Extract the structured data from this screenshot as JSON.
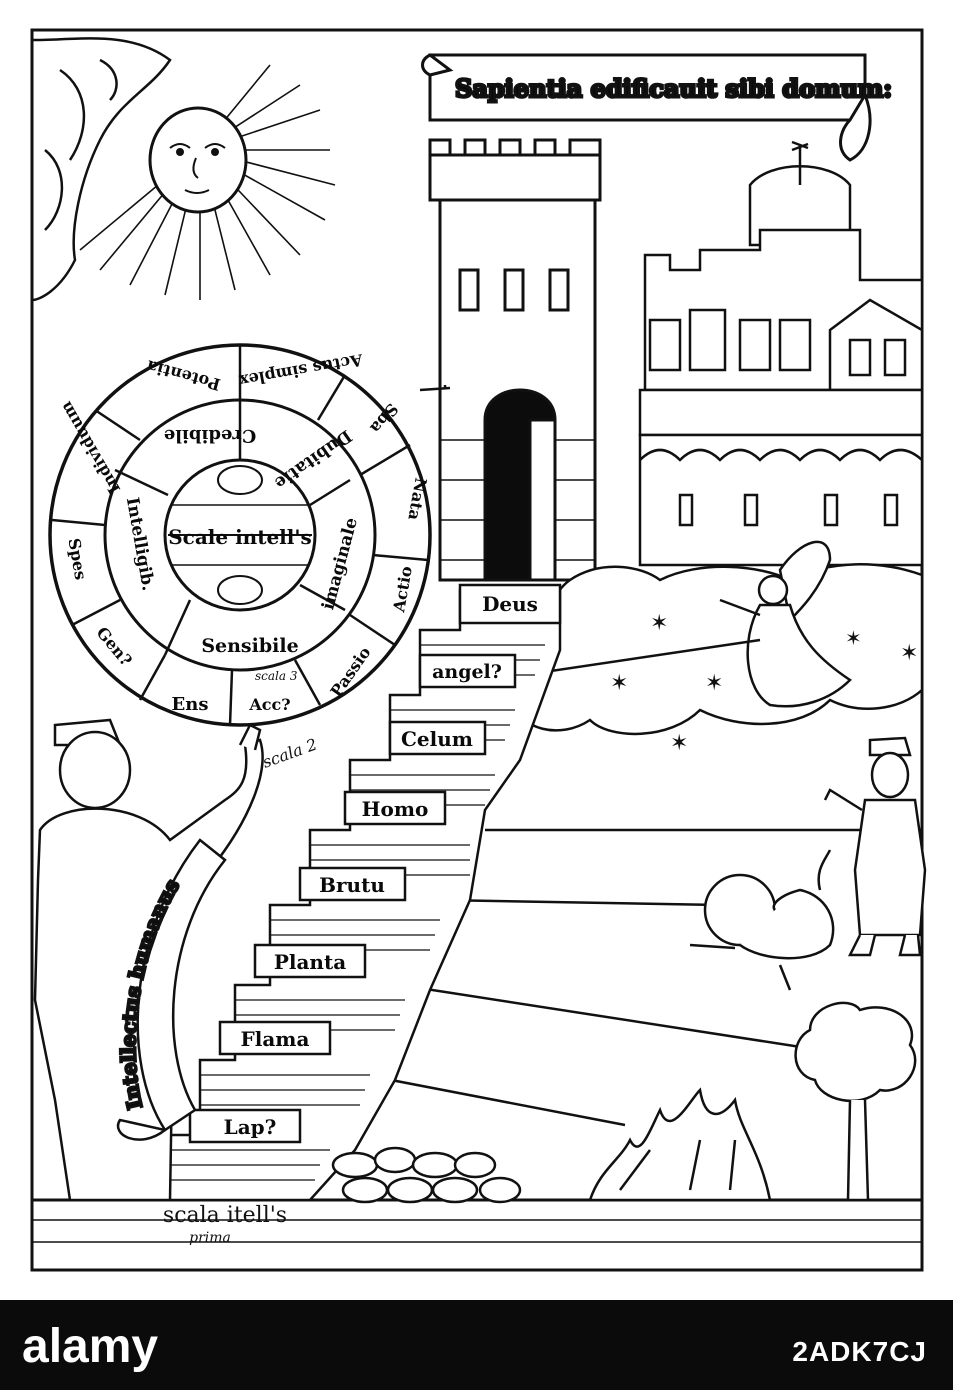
{
  "artwork": {
    "banner_text": "Sapientia edificauit sibi domum:",
    "wheel": {
      "center_label": "Scale intell's",
      "inner_ring": [
        "Sensibile",
        "imaginale",
        "Dubitatie",
        "Credibile",
        "Intelligib."
      ],
      "outer_ring": [
        "Acc?",
        "Passio",
        "Actio",
        "Nata",
        "Sba",
        "Actus simplex",
        "Potentia",
        "Individuum",
        "Spes",
        "Gen?",
        "Ens"
      ],
      "inner_note": "scala 3",
      "pointer_note": "scala 2"
    },
    "steps": [
      "Deus",
      "angel?",
      "Celum",
      "Homo",
      "Brutu",
      "Planta",
      "Flama",
      "Lap?"
    ],
    "scroll_text": "Intellectus humanus",
    "base_label_1": "scala itell's",
    "base_label_2": "prima"
  },
  "watermark": {
    "logo_text": "alamy",
    "image_id": "2ADK7CJ"
  }
}
